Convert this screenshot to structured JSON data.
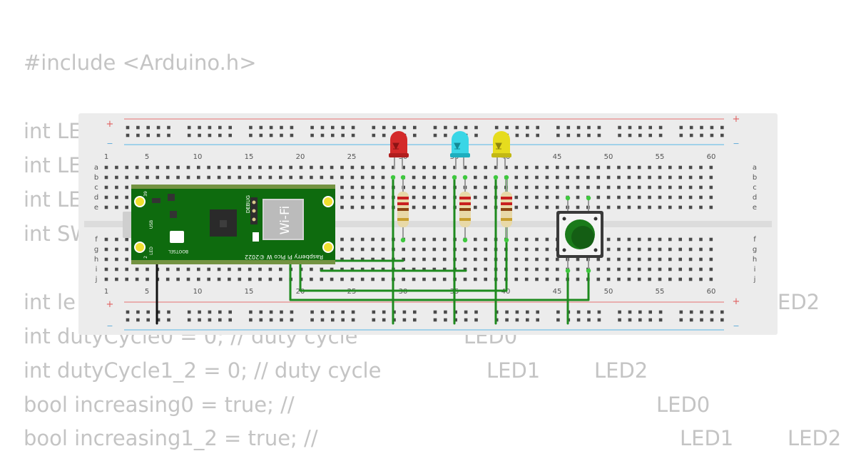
{
  "code": {
    "line_include": "#include <Arduino.h>",
    "line_int_led0": "int LE",
    "line_int_led1": "int LE",
    "line_int_led2": "int LE",
    "line_int_sw": "int SW",
    "line_int_le": "int le",
    "line_led2_tail": "ED2",
    "line_duty0": "int dutyCycle0 = 0; // duty cycle",
    "line_duty0_led": "LED0",
    "line_duty12": "int dutyCycle1_2 = 0; // duty cycle",
    "line_duty12_led1": "LED1",
    "line_duty12_led2": "LED2",
    "line_inc0": "bool increasing0 = true; //",
    "line_inc0_led": "LED0",
    "line_inc12": "bool increasing1_2 = true; //",
    "line_inc12_led1": "LED1",
    "line_inc12_led2": "LED2"
  },
  "breadboard": {
    "column_numbers": [
      "1",
      "5",
      "10",
      "15",
      "20",
      "25",
      "30",
      "35",
      "40",
      "45",
      "50",
      "55",
      "60"
    ],
    "row_letters_top": [
      "a",
      "b",
      "c",
      "d",
      "e"
    ],
    "row_letters_bottom": [
      "f",
      "g",
      "h",
      "i",
      "j"
    ],
    "rail_plus": "+",
    "rail_minus": "−"
  },
  "pico": {
    "wifi_label": "Wi-Fi",
    "board_name": "Raspberry Pi Pico W ©2022",
    "debug_label": "DEBUG",
    "bootsel_label": "BOOTSEL",
    "usb_label": "USB",
    "led_label": "LED",
    "pin_label_top": "39",
    "pin_label_bottom": "2"
  },
  "colors": {
    "pico_green": "#0e6b0e",
    "wire_green": "#1e8a1e",
    "led_red": "#d42a2a",
    "led_cyan": "#3ad6e6",
    "led_yellow": "#e6dc1e",
    "button_green": "#1a7a1a"
  }
}
